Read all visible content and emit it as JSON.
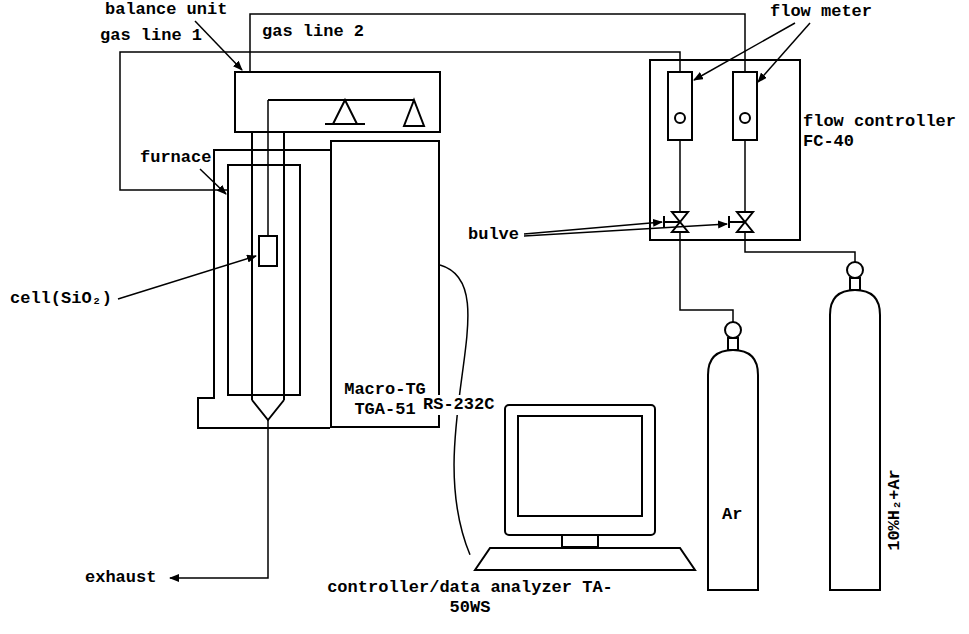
{
  "diagram": {
    "nodes": [
      {
        "text": [
          "Macro-TG TGA-51"
        ]
      },
      {
        "text": [
          "controller/data analyzer TA-50WS"
        ]
      }
    ],
    "edges": [
      {
        "from": 0,
        "to": 1,
        "arrow": "none",
        "label": "RS-232C"
      }
    ],
    "labels": [
      "balance unit",
      "gas line 1",
      "gas line 2",
      "flow meter",
      "flow controller FC-40",
      "furnace",
      "cell(SiO₂)",
      "bulve",
      "exhaust",
      "Ar",
      "10%H₂+Ar"
    ]
  }
}
